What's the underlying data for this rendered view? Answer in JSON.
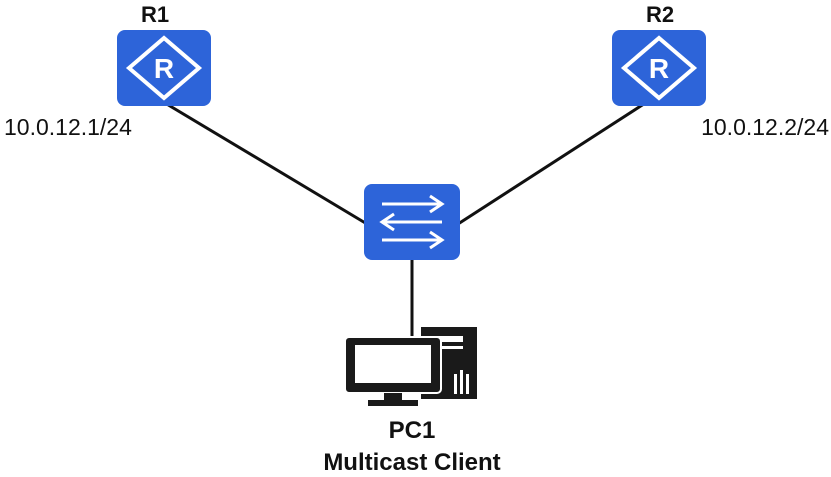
{
  "colors": {
    "device_blue": "#2d64d9",
    "device_white": "#ffffff",
    "link": "#111111",
    "pc": "#1a1a1a"
  },
  "nodes": {
    "r1": {
      "name": "R1",
      "ip": "10.0.12.1/24",
      "icon": "router-icon"
    },
    "r2": {
      "name": "R2",
      "ip": "10.0.12.2/24",
      "icon": "router-icon"
    },
    "sw": {
      "icon": "switch-icon"
    },
    "pc1": {
      "name": "PC1",
      "role": "Multicast Client",
      "icon": "pc-icon"
    }
  },
  "links": [
    {
      "from": "r1",
      "to": "sw"
    },
    {
      "from": "r2",
      "to": "sw"
    },
    {
      "from": "sw",
      "to": "pc1"
    }
  ]
}
